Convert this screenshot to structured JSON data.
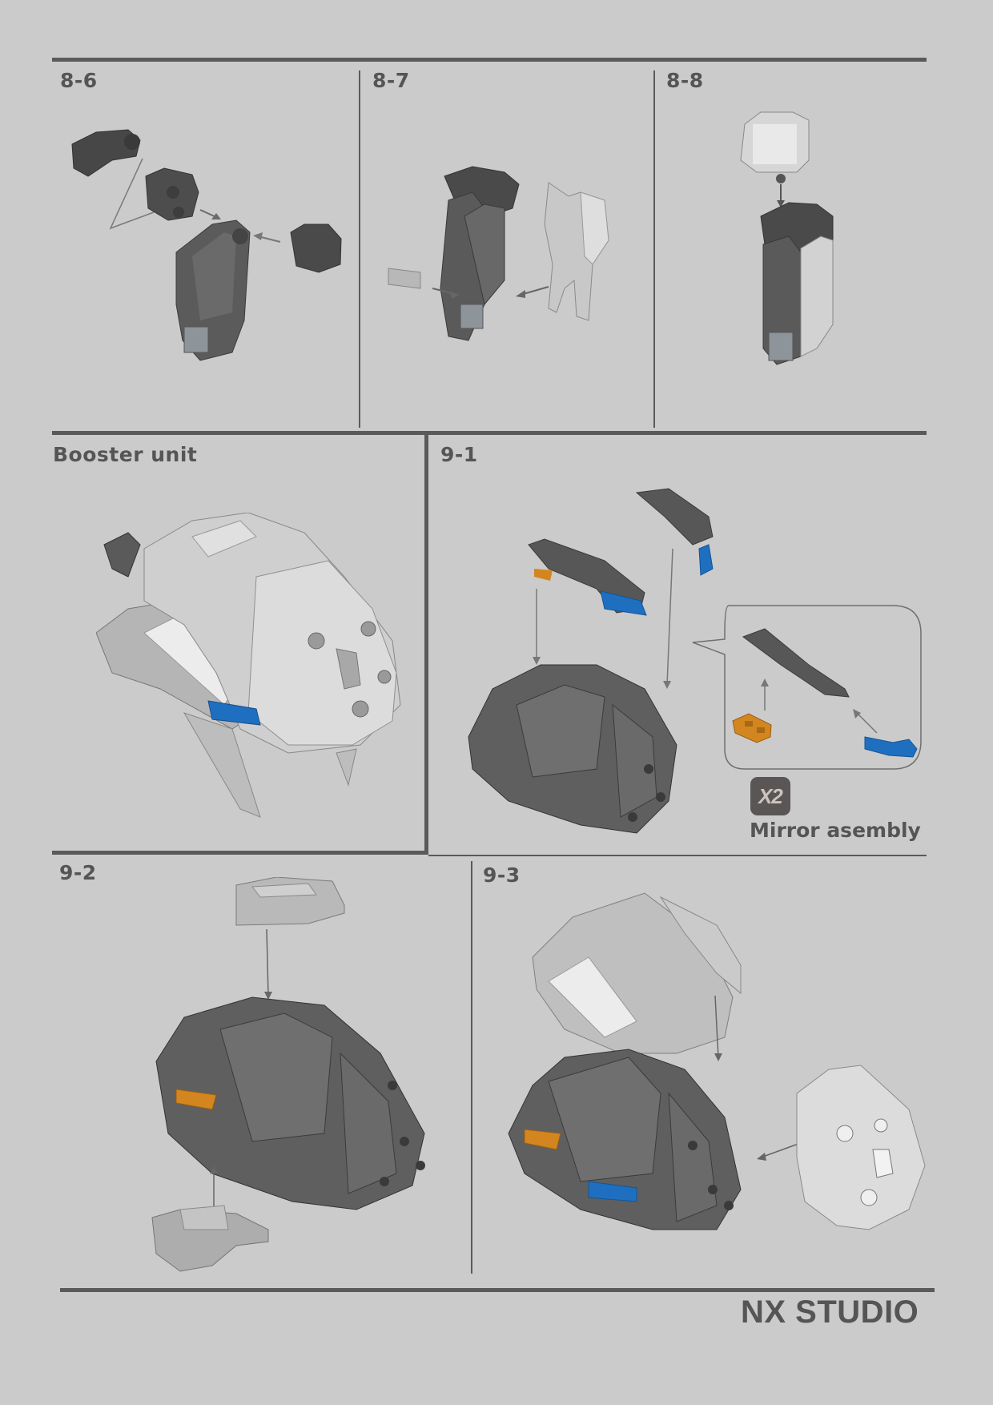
{
  "document": {
    "brand": "NX STUDIO",
    "colors": {
      "background": "#cbcbcb",
      "rule": "#5a5a5a",
      "part_dark": "#4a4a4a",
      "part_mid": "#6e6e6e",
      "part_light": "#bdbdbd",
      "part_white": "#e2e2e2",
      "accent_blue": "#1f6fc1",
      "accent_orange": "#d3861f"
    }
  },
  "steps": [
    {
      "id": "8-6",
      "label": "8-6"
    },
    {
      "id": "8-7",
      "label": "8-7"
    },
    {
      "id": "8-8",
      "label": "8-8"
    },
    {
      "id": "booster",
      "label": "Booster unit"
    },
    {
      "id": "9-1",
      "label": "9-1",
      "callout": {
        "multiplier": "X2",
        "note": "Mirror asembly"
      }
    },
    {
      "id": "9-2",
      "label": "9-2"
    },
    {
      "id": "9-3",
      "label": "9-3"
    }
  ]
}
